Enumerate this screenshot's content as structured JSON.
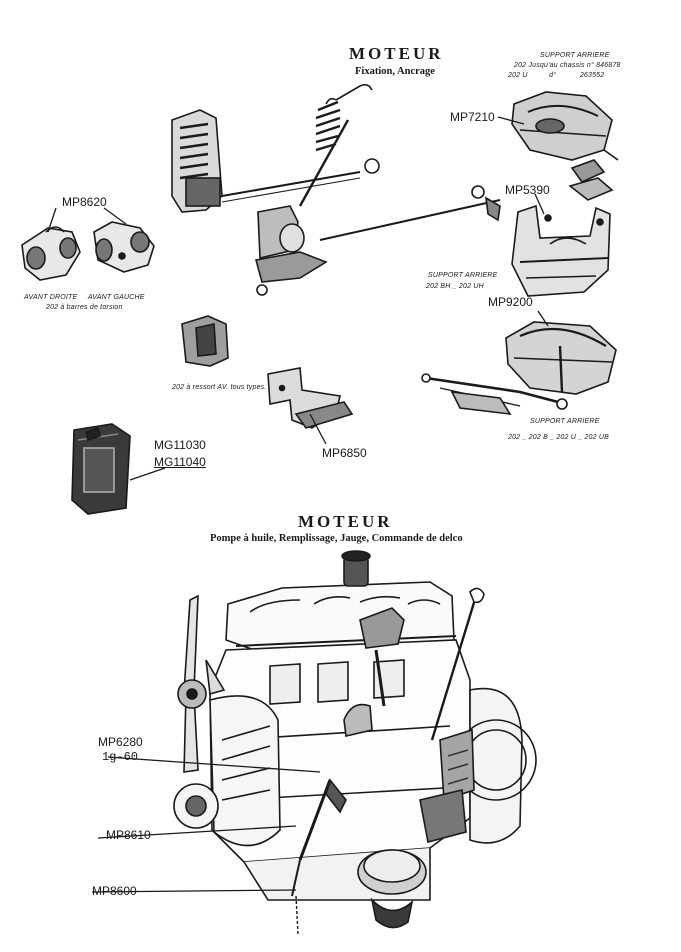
{
  "section1": {
    "title": "MOTEUR",
    "subtitle": "Fixation, Ancrage",
    "support_top": {
      "heading": "SUPPORT ARRIERE",
      "line1": "202  Jusqu'au chassis n° 846878",
      "line2": "202 U          d°           263552"
    },
    "captions": {
      "front": "AVANT DROITE     AVANT GAUCHE",
      "front2": "202  à barres de torsion",
      "ressort": "202 à ressort AV. tous types.",
      "support_mid_heading": "SUPPORT ARRIERE",
      "support_mid_line": "202 BH _ 202 UH",
      "support_bot_heading": "SUPPORT ARRIERE",
      "support_bot_line": "202 _ 202 B _ 202 U _ 202 UB"
    },
    "refs": {
      "mp7210": "MP7210",
      "mp5390": "MP5390",
      "mp8620": "MP8620",
      "mp9200": "MP9200",
      "mg11030": "MG11030",
      "mg11040": "MG11040",
      "mp6850": "MP6850"
    }
  },
  "section2": {
    "title": "MOTEUR",
    "subtitle": "Pompe à huile, Remplissage, Jauge, Commande de delco",
    "refs": {
      "mp6280": "MP6280",
      "mp6280_sub": "1g-60",
      "mp8610": "MP8610",
      "mp8600": "MP8600"
    }
  },
  "colors": {
    "ink": "#1a1a1a",
    "paper": "#ffffff",
    "shade": "#555555"
  },
  "icons": [
    "engine-mount-icon",
    "spring-icon",
    "bracket-icon",
    "oil-can-icon",
    "engine-block-icon",
    "fan-icon",
    "dipstick-icon",
    "oil-pump-icon"
  ]
}
